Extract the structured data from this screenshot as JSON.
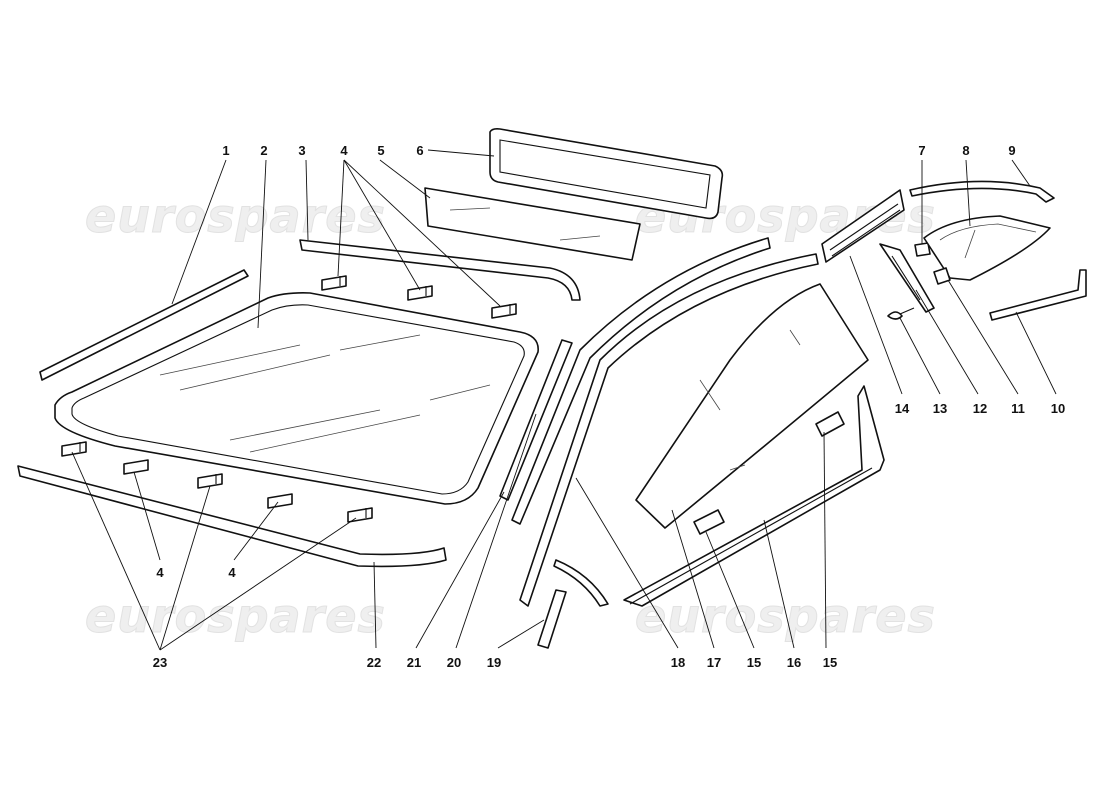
{
  "watermarks": [
    "eurospares",
    "eurospares",
    "eurospares",
    "eurospares"
  ],
  "callouts": [
    {
      "id": "c1",
      "text": "1"
    },
    {
      "id": "c2",
      "text": "2"
    },
    {
      "id": "c3",
      "text": "3"
    },
    {
      "id": "c4a",
      "text": "4"
    },
    {
      "id": "c5",
      "text": "5"
    },
    {
      "id": "c6",
      "text": "6"
    },
    {
      "id": "c7",
      "text": "7"
    },
    {
      "id": "c8",
      "text": "8"
    },
    {
      "id": "c9",
      "text": "9"
    },
    {
      "id": "c10",
      "text": "10"
    },
    {
      "id": "c11",
      "text": "11"
    },
    {
      "id": "c12",
      "text": "12"
    },
    {
      "id": "c13",
      "text": "13"
    },
    {
      "id": "c14",
      "text": "14"
    },
    {
      "id": "c15a",
      "text": "15"
    },
    {
      "id": "c15b",
      "text": "15"
    },
    {
      "id": "c16",
      "text": "16"
    },
    {
      "id": "c17",
      "text": "17"
    },
    {
      "id": "c18",
      "text": "18"
    },
    {
      "id": "c19",
      "text": "19"
    },
    {
      "id": "c20",
      "text": "20"
    },
    {
      "id": "c21",
      "text": "21"
    },
    {
      "id": "c22",
      "text": "22"
    },
    {
      "id": "c23",
      "text": "23"
    },
    {
      "id": "c4b",
      "text": "4"
    },
    {
      "id": "c4c",
      "text": "4"
    }
  ]
}
